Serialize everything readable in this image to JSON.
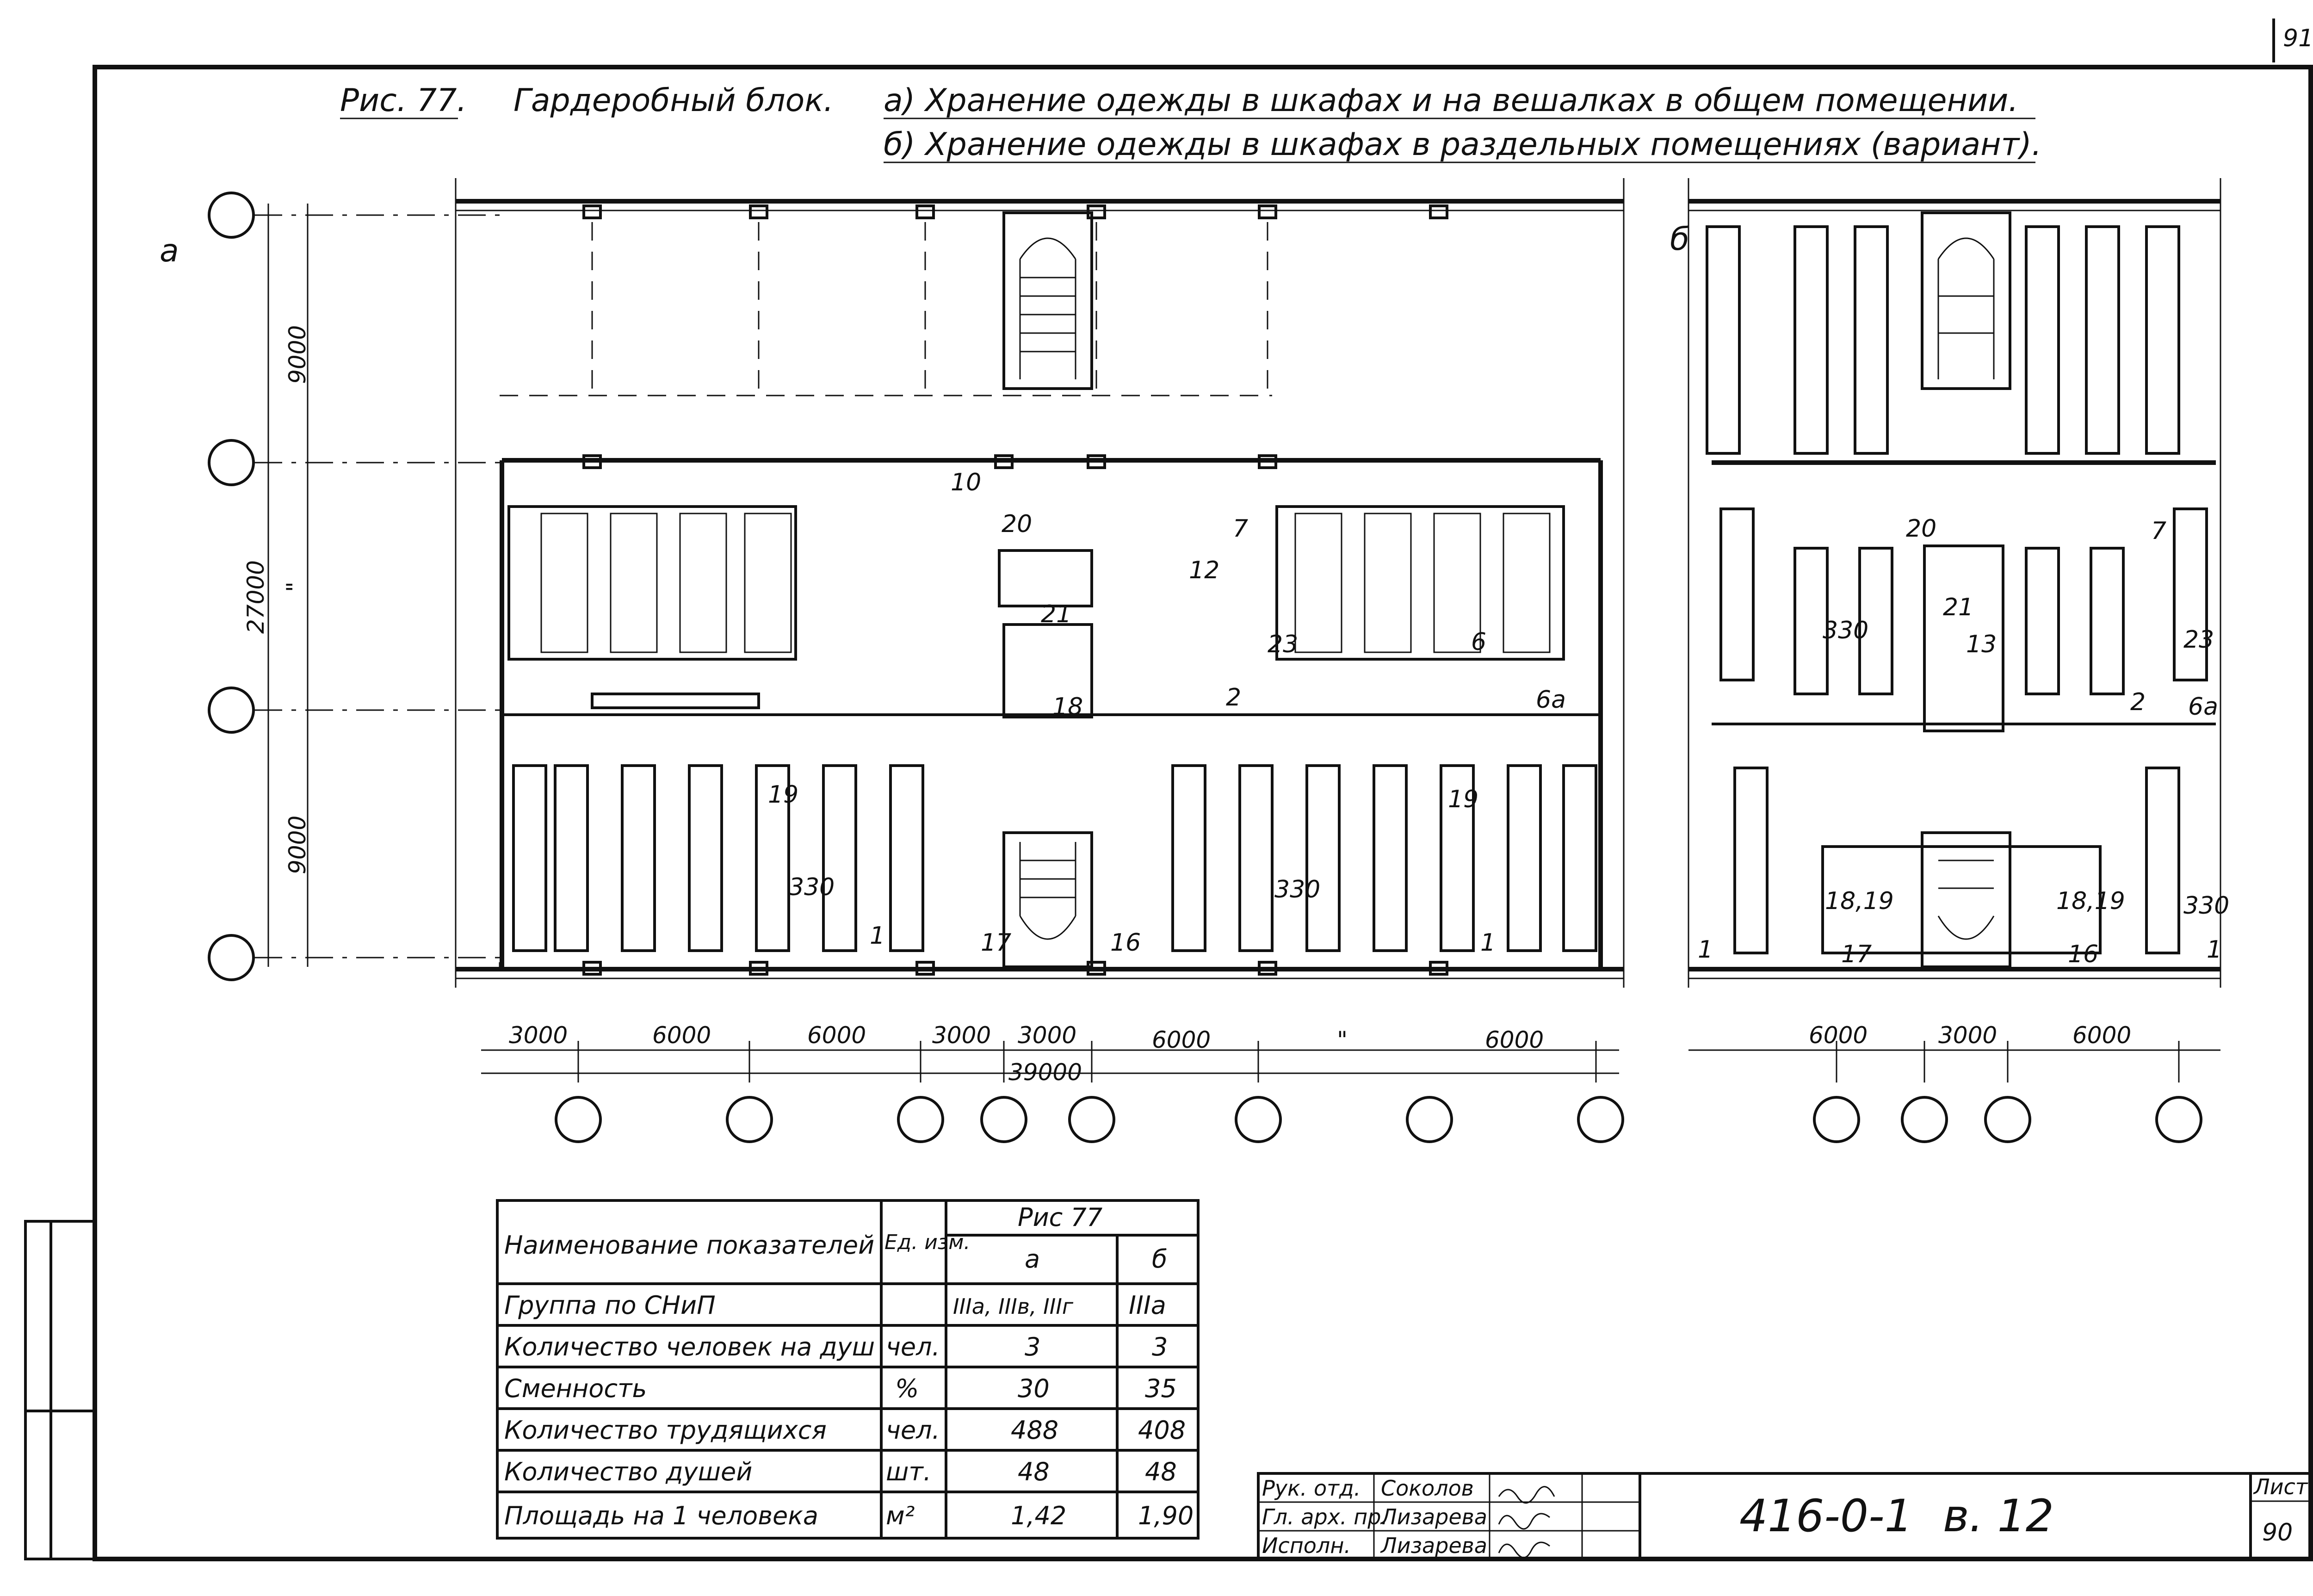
{
  "sheet_number_corner": "91",
  "figure": {
    "fig_label": "Рис. 77.",
    "fig_name": "Гардеробный блок.",
    "caption_a": "а) Хранение одежды в шкафах и на вешалках в общем помещении.",
    "caption_b": "б) Хранение одежды в шкафах в раздельных помещениях (вариант)."
  },
  "plan_a": {
    "label": "а",
    "vertical_dims": [
      "9000",
      "27000",
      "9000"
    ],
    "dim_mark": "\"",
    "horizontal_dims": [
      "3000",
      "6000",
      "6000",
      "3000",
      "3000",
      "6000",
      "6000"
    ],
    "repeat_mark": "\"",
    "total_dim": "39000",
    "room_numbers": [
      "10",
      "20",
      "7",
      "12",
      "21",
      "18",
      "2",
      "23",
      "6",
      "6а",
      "19",
      "19",
      "1",
      "1",
      "17",
      "16"
    ],
    "height_mark": "330"
  },
  "plan_b": {
    "label": "б",
    "horizontal_dims": [
      "6000",
      "3000",
      "6000"
    ],
    "room_numbers": [
      "20",
      "7",
      "21",
      "13",
      "2",
      "6а",
      "23",
      "18,19",
      "18,19",
      "17",
      "16",
      "1",
      "1"
    ],
    "height_marks": [
      "330",
      "330"
    ]
  },
  "table": {
    "headers": {
      "name": "Наименование показателей",
      "unit": "Ед. изм.",
      "fig": "Рис 77",
      "col_a": "а",
      "col_b": "б"
    },
    "rows": [
      {
        "name": "Группа по СНиП",
        "unit": "",
        "a": "IIIа, IIIв, IIIг",
        "b": "IIIа"
      },
      {
        "name": "Количество человек на душ",
        "unit": "чел.",
        "a": "3",
        "b": "3"
      },
      {
        "name": "Сменность",
        "unit": "%",
        "a": "30",
        "b": "35"
      },
      {
        "name": "Количество трудящихся",
        "unit": "чел.",
        "a": "488",
        "b": "408"
      },
      {
        "name": "Количество душей",
        "unit": "шт.",
        "a": "48",
        "b": "48"
      },
      {
        "name": "Площадь на 1 человека",
        "unit": "м²",
        "a": "1,42",
        "b": "1,90"
      }
    ]
  },
  "title_block": {
    "roles": [
      "Рук. отд.",
      "Гл. арх. пр.",
      "Исполн."
    ],
    "names": [
      "Соколов",
      "Лизарева",
      "Лизарева"
    ],
    "project_code": "416-0-1",
    "volume": "в. 12",
    "sheet_label": "Лист",
    "sheet_no": "90"
  }
}
